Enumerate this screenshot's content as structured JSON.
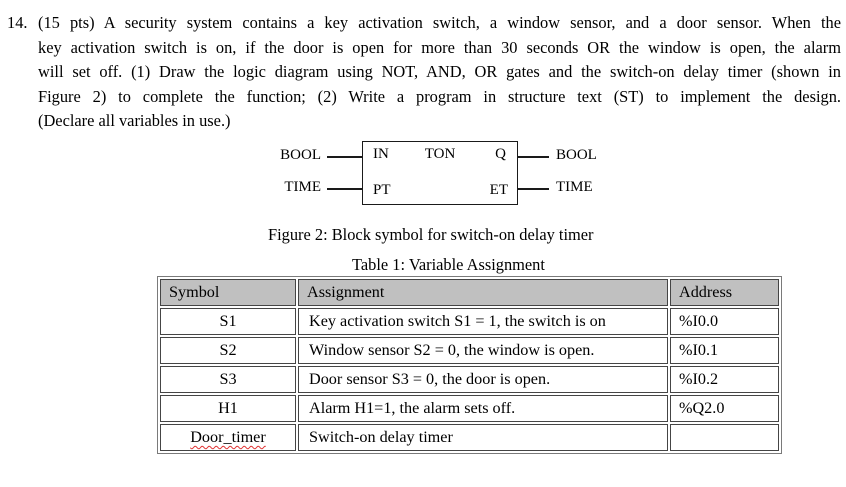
{
  "problem": {
    "number": "14.",
    "lines": [
      "(15 pts) A security system contains a key activation switch, a window sensor, and a door sensor. When the",
      "key activation switch is on, if the door is open for more than 30 seconds OR the window is open, the alarm",
      "will set off. (1) Draw the logic diagram using NOT, AND, OR gates and the switch-on delay timer (shown in",
      "Figure 2) to complete the function; (2) Write a program in structure text (ST) to implement the design.",
      "(Declare all variables in use.)"
    ]
  },
  "figure": {
    "block": {
      "name": "TON",
      "input_1": "IN",
      "input_2": "PT",
      "output_1": "Q",
      "output_2": "ET"
    },
    "left_type_1": "BOOL",
    "left_type_2": "TIME",
    "right_type_1": "BOOL",
    "right_type_2": "TIME",
    "caption": "Figure 2: Block symbol for switch-on delay timer"
  },
  "table": {
    "caption": "Table 1: Variable Assignment",
    "header_bg": "#c0c0c0",
    "headers": [
      "Symbol",
      "Assignment",
      "Address"
    ],
    "rows": [
      [
        "S1",
        "Key activation switch S1 = 1, the switch is on",
        "%I0.0"
      ],
      [
        "S2",
        "Window sensor S2 = 0, the window is open.",
        "%I0.1"
      ],
      [
        "S3",
        "Door sensor S3 = 0, the door is open.",
        "%I0.2"
      ],
      [
        "H1",
        "Alarm H1=1, the alarm sets off.",
        "%Q2.0"
      ],
      [
        "Door_timer",
        "Switch-on delay timer",
        ""
      ]
    ]
  }
}
